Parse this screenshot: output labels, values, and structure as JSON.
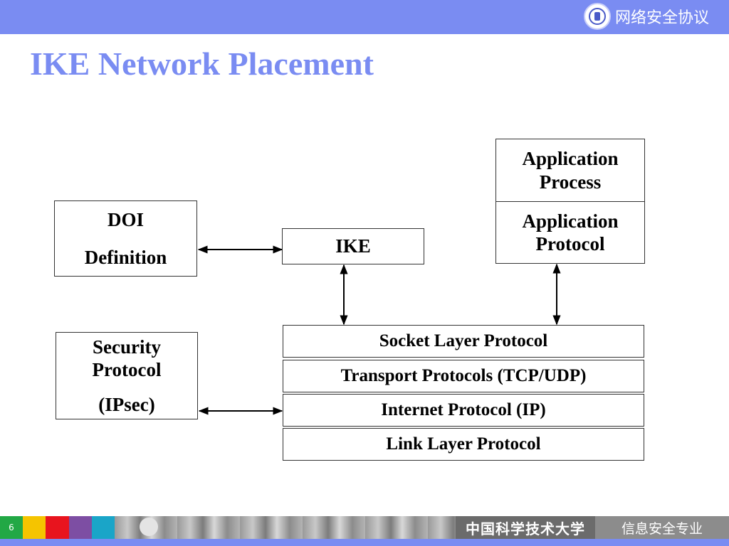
{
  "header": {
    "course_title": "网络安全协议",
    "logo_icon": "university-seal-icon",
    "bar_color": "#7a8cf2"
  },
  "slide": {
    "title": "IKE Network Placement",
    "title_color": "#7a8cf2"
  },
  "diagram": {
    "doi": {
      "line1": "DOI",
      "line2": "Definition"
    },
    "ike": {
      "label": "IKE"
    },
    "app_process": {
      "line1": "Application",
      "line2": "Process"
    },
    "app_protocol": {
      "line1": "Application",
      "line2": "Protocol"
    },
    "security": {
      "line1": "Security",
      "line2": "Protocol",
      "line3": "(IPsec)"
    },
    "stack": [
      {
        "label": "Socket Layer Protocol"
      },
      {
        "label": "Transport Protocols (TCP/UDP)"
      },
      {
        "label": "Internet Protocol (IP)"
      },
      {
        "label": "Link Layer Protocol"
      }
    ],
    "connections": [
      {
        "from": "DOI",
        "to": "IKE",
        "type": "bidirectional"
      },
      {
        "from": "IKE",
        "to": "Socket Layer Protocol",
        "type": "bidirectional"
      },
      {
        "from": "Application Protocol",
        "to": "Socket Layer Protocol",
        "type": "bidirectional"
      },
      {
        "from": "Security Protocol (IPsec)",
        "to": "Internet Protocol (IP)",
        "type": "bidirectional"
      }
    ]
  },
  "footer": {
    "page_number": "6",
    "university": "中国科学技术大学",
    "major": "信息安全专业",
    "accent_colors": [
      "#22a845",
      "#f5c400",
      "#e8141e",
      "#7d4ea3",
      "#1aa5c8"
    ]
  }
}
